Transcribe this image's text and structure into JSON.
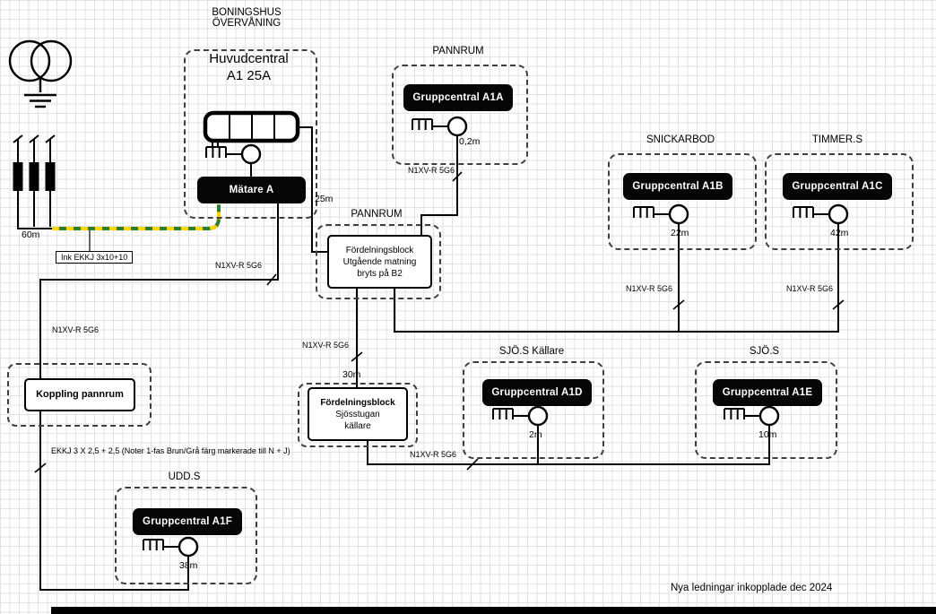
{
  "header": {
    "building": [
      "BONINGSHUS",
      "ÖVERVÅNING"
    ]
  },
  "main_panel": {
    "title_lines": [
      "Huvudcentral",
      "A1 25A"
    ],
    "meter_label": "Mätare A",
    "incoming": {
      "length": "60m",
      "cable_tag": "Ink EKKJ 3x10+10"
    },
    "feed_length": "25m"
  },
  "distribution_blocks": {
    "pannrum": {
      "site": "PANNRUM",
      "lines": [
        "Fördelningsblock",
        "Utgående matning",
        "bryts på B2"
      ]
    },
    "sjosstugan": {
      "lines": [
        "Fördelningsblock",
        "Sjösstugan",
        "källare"
      ],
      "feed_length": "30m",
      "feed_cable": "N1XV-R 5G6",
      "out_cable": "N1XV-R 5G6"
    },
    "koppling": {
      "label": "Koppling pannrum"
    }
  },
  "branch_left": {
    "cable_top": "N1XV-R 5G6",
    "cable_mid": "N1XV-R 5G6",
    "ekkj_note": "EKKJ 3 X 2,5 + 2,5 (Noter 1-fas Brun/Grå färg markerade till N + J)"
  },
  "groups": [
    {
      "site": "PANNRUM",
      "label": "Gruppcentral A1A",
      "distance": "0,2m",
      "cable": "N1XV-R 5G6"
    },
    {
      "site": "SNICKARBOD",
      "label": "Gruppcentral A1B",
      "distance": "22m",
      "cable": "N1XV-R 5G6"
    },
    {
      "site": "TIMMER.S",
      "label": "Gruppcentral A1C",
      "distance": "42m",
      "cable": "N1XV-R 5G6"
    },
    {
      "site": "SJÖ.S Källare",
      "label": "Gruppcentral A1D",
      "distance": "2m"
    },
    {
      "site": "SJÖ.S",
      "label": "Gruppcentral A1E",
      "distance": "10m"
    },
    {
      "site": "UDD.S",
      "label": "Gruppcentral A1F",
      "distance": "38m"
    }
  ],
  "footer": {
    "note": "Nya ledningar inkopplade dec 2024"
  },
  "colors": {
    "wire": "#000000",
    "pe_green": "#2e7d32",
    "pe_yellow": "#ffd600",
    "label_bg": "#060606",
    "label_fg": "#ffffff"
  },
  "icons": {
    "transformer-icon": "two overlapping circles",
    "earth-ground-icon": "three shrinking bars",
    "fuse-icon": "filled rectangle on vertical line",
    "energy-meter-icon": "circle",
    "pe-busbar-icon": "comb with downward teeth",
    "busbar-icon": "rounded rectangle with dividers",
    "cable-marker-icon": "diagonal tick across wire"
  }
}
